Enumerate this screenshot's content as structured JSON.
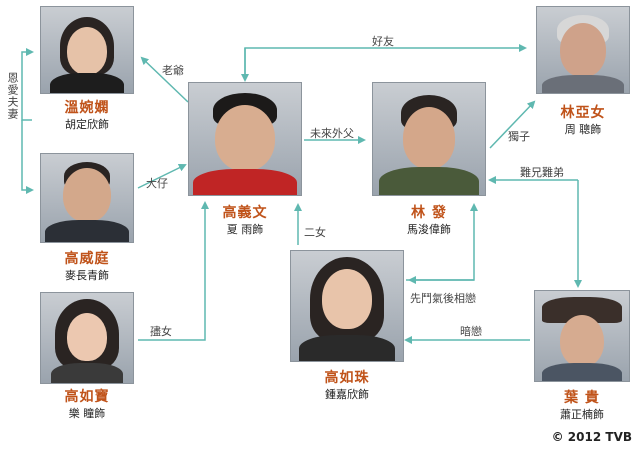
{
  "characters": {
    "wen": {
      "name": "溫婉嫻",
      "actor": "胡定欣飾"
    },
    "gaowei": {
      "name": "高威庭",
      "actor": "麥長青飾"
    },
    "gaoru": {
      "name": "高如寶",
      "actor": "樂  瞳飾"
    },
    "gaoyi": {
      "name": "高義文",
      "actor": "夏  雨飾"
    },
    "gaozhu": {
      "name": "高如珠",
      "actor": "鍾嘉欣飾"
    },
    "lin": {
      "name": "林  發",
      "actor": "馬浚偉飾"
    },
    "linya": {
      "name": "林亞女",
      "actor": "周  聰飾"
    },
    "ye": {
      "name": "葉  貴",
      "actor": "蕭正楠飾"
    }
  },
  "relations": {
    "enai": "恩愛夫妻",
    "laoye": "老爺",
    "dazai": "大仔",
    "xiaonu": "孻女",
    "ernu": "二女",
    "weilai": "未來外父",
    "haoyou": "好友",
    "duzi": "獨子",
    "nanxiong": "難兄難弟",
    "xianmen": "先鬥氣後相戀",
    "anlian": "暗戀"
  },
  "copyright": "© 2012 TVB",
  "colors": {
    "name": "#c0531a",
    "line": "#5fb8b0"
  }
}
